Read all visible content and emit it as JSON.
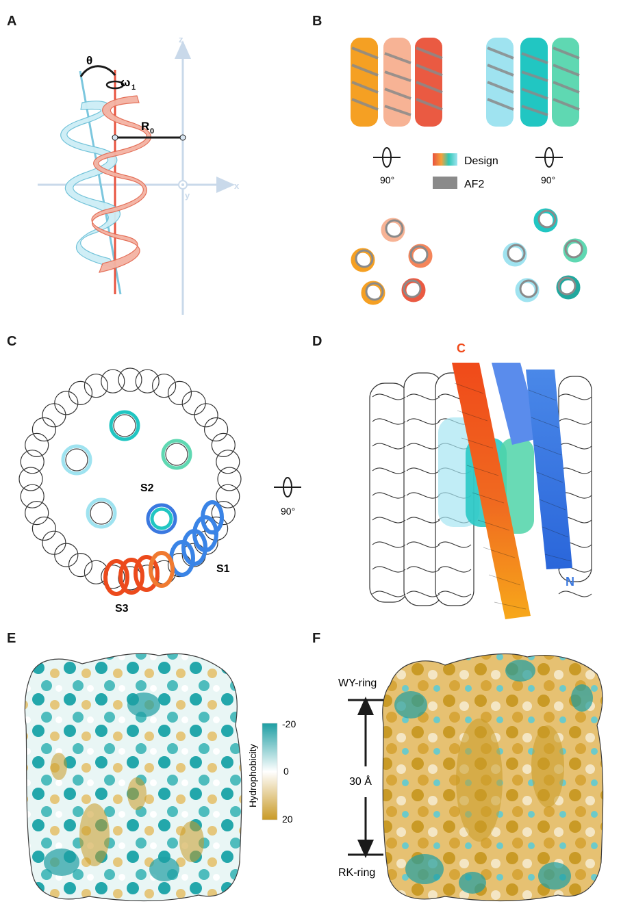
{
  "panels": {
    "a": "A",
    "b": "B",
    "c": "C",
    "d": "D",
    "e": "E",
    "f": "F"
  },
  "panel_a": {
    "theta": "θ",
    "omega": "ω",
    "omega_sub": "1",
    "r": "R",
    "r_sub": "0",
    "axis_z": "z",
    "axis_x": "x",
    "axis_y": "y",
    "colors": {
      "helix_red": "#e8533f",
      "helix_blue": "#8fd6e6",
      "axis": "#c9d9ea"
    }
  },
  "panel_b": {
    "rotation_left": "90°",
    "rotation_right": "90°",
    "legend": [
      {
        "label": "Design",
        "swatch": "gradient"
      },
      {
        "label": "AF2",
        "swatch": "#8a8a8a"
      }
    ]
  },
  "panel_c": {
    "labels": {
      "s1": "S1",
      "s2": "S2",
      "s3": "S3"
    },
    "rotation": "90°"
  },
  "panel_d": {
    "c_term": "C",
    "n_term": "N",
    "colors": {
      "c_term": "#f04a1a",
      "n_term": "#3a78e0"
    }
  },
  "panel_e": {
    "colorbar_title": "Hydrophobicity",
    "colorbar_ticks": [
      "-20",
      "0",
      "20"
    ],
    "colors": {
      "hydrophilic": "#1e9ea3",
      "neutral": "#ffffff",
      "hydrophobic": "#c99a26"
    }
  },
  "panel_f": {
    "top_ring": "WY-ring",
    "bottom_ring": "RK-ring",
    "distance": "30 Å"
  }
}
